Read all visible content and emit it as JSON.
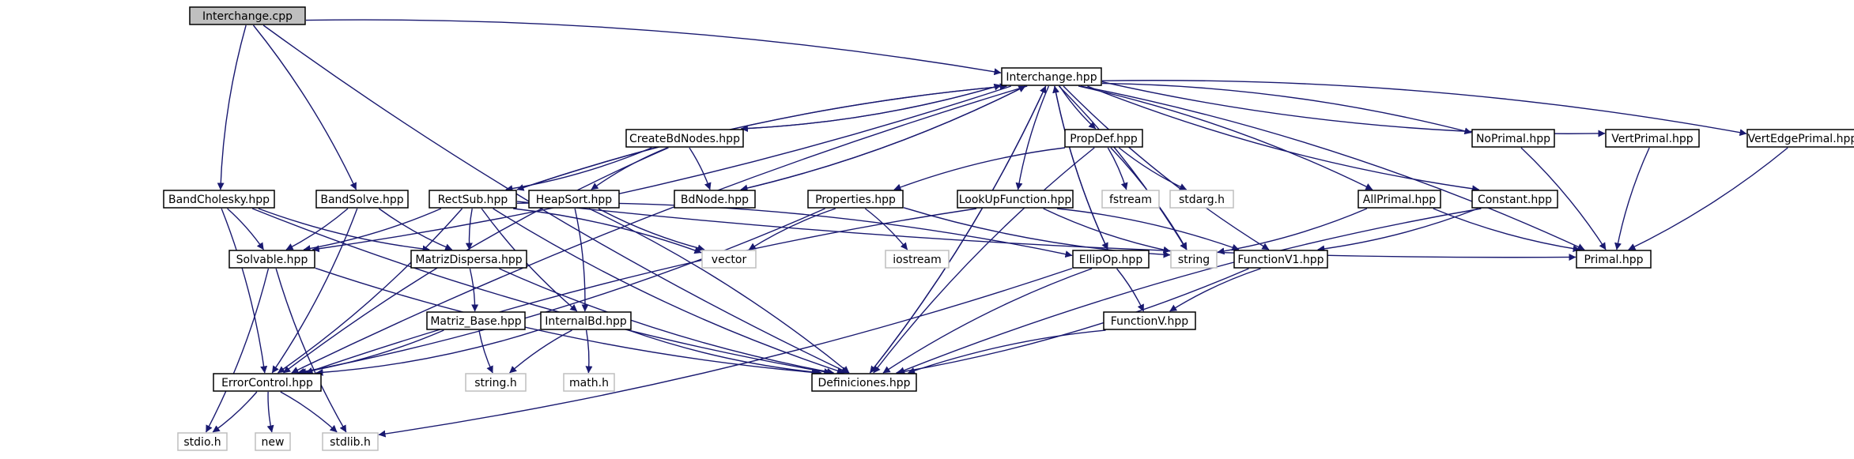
{
  "colors": {
    "edge": "#191970",
    "node_border": "#000000",
    "system_border": "#bfbfbf",
    "root_fill": "#bfbfbf",
    "node_fill": "#ffffff"
  },
  "nodes": [
    {
      "id": "interchange_cpp",
      "label": "Interchange.cpp",
      "kind": "root"
    },
    {
      "id": "interchange_hpp",
      "label": "Interchange.hpp",
      "kind": "file"
    },
    {
      "id": "bandcholesky",
      "label": "BandCholesky.hpp",
      "kind": "file"
    },
    {
      "id": "bandsolve",
      "label": "BandSolve.hpp",
      "kind": "file"
    },
    {
      "id": "createbdnodes",
      "label": "CreateBdNodes.hpp",
      "kind": "file"
    },
    {
      "id": "propdef",
      "label": "PropDef.hpp",
      "kind": "file"
    },
    {
      "id": "noprimal",
      "label": "NoPrimal.hpp",
      "kind": "file"
    },
    {
      "id": "vertprimal",
      "label": "VertPrimal.hpp",
      "kind": "file"
    },
    {
      "id": "vertedgeprimal",
      "label": "VertEdgePrimal.hpp",
      "kind": "file"
    },
    {
      "id": "rectsub",
      "label": "RectSub.hpp",
      "kind": "file"
    },
    {
      "id": "heapsort",
      "label": "HeapSort.hpp",
      "kind": "file"
    },
    {
      "id": "bdnode",
      "label": "BdNode.hpp",
      "kind": "file"
    },
    {
      "id": "properties",
      "label": "Properties.hpp",
      "kind": "file"
    },
    {
      "id": "lookupfunction",
      "label": "LookUpFunction.hpp",
      "kind": "file"
    },
    {
      "id": "fstream",
      "label": "fstream",
      "kind": "system"
    },
    {
      "id": "stdarg",
      "label": "stdarg.h",
      "kind": "system"
    },
    {
      "id": "allprimal",
      "label": "AllPrimal.hpp",
      "kind": "file"
    },
    {
      "id": "constant",
      "label": "Constant.hpp",
      "kind": "file"
    },
    {
      "id": "solvable",
      "label": "Solvable.hpp",
      "kind": "file"
    },
    {
      "id": "matrizdispersa",
      "label": "MatrizDispersa.hpp",
      "kind": "file"
    },
    {
      "id": "vector",
      "label": "vector",
      "kind": "system"
    },
    {
      "id": "iostream",
      "label": "iostream",
      "kind": "system"
    },
    {
      "id": "ellipop",
      "label": "EllipOp.hpp",
      "kind": "file"
    },
    {
      "id": "string",
      "label": "string",
      "kind": "system"
    },
    {
      "id": "functionv1",
      "label": "FunctionV1.hpp",
      "kind": "file"
    },
    {
      "id": "primal",
      "label": "Primal.hpp",
      "kind": "file"
    },
    {
      "id": "matriz_base",
      "label": "Matriz_Base.hpp",
      "kind": "file"
    },
    {
      "id": "internalbd",
      "label": "InternalBd.hpp",
      "kind": "file"
    },
    {
      "id": "functionv",
      "label": "FunctionV.hpp",
      "kind": "file"
    },
    {
      "id": "errorcontrol",
      "label": "ErrorControl.hpp",
      "kind": "file"
    },
    {
      "id": "stringh",
      "label": "string.h",
      "kind": "system"
    },
    {
      "id": "mathh",
      "label": "math.h",
      "kind": "system"
    },
    {
      "id": "definiciones",
      "label": "Definiciones.hpp",
      "kind": "file"
    },
    {
      "id": "stdioh",
      "label": "stdio.h",
      "kind": "system"
    },
    {
      "id": "new",
      "label": "new",
      "kind": "system"
    },
    {
      "id": "stdlibh",
      "label": "stdlib.h",
      "kind": "system"
    }
  ],
  "edges": [
    [
      "interchange_cpp",
      "interchange_hpp"
    ],
    [
      "interchange_cpp",
      "bandcholesky"
    ],
    [
      "interchange_cpp",
      "bandsolve"
    ],
    [
      "interchange_cpp",
      "definiciones"
    ],
    [
      "interchange_hpp",
      "createbdnodes"
    ],
    [
      "interchange_hpp",
      "propdef"
    ],
    [
      "interchange_hpp",
      "noprimal"
    ],
    [
      "interchange_hpp",
      "vertprimal"
    ],
    [
      "interchange_hpp",
      "vertedgeprimal"
    ],
    [
      "interchange_hpp",
      "rectsub"
    ],
    [
      "interchange_hpp",
      "bdnode"
    ],
    [
      "interchange_hpp",
      "lookupfunction"
    ],
    [
      "interchange_hpp",
      "allprimal"
    ],
    [
      "interchange_hpp",
      "constant"
    ],
    [
      "interchange_hpp",
      "solvable"
    ],
    [
      "interchange_hpp",
      "ellipop"
    ],
    [
      "interchange_hpp",
      "string"
    ],
    [
      "interchange_hpp",
      "functionv1"
    ],
    [
      "interchange_hpp",
      "primal"
    ],
    [
      "interchange_hpp",
      "errorcontrol"
    ],
    [
      "interchange_hpp",
      "definiciones"
    ],
    [
      "createbdnodes",
      "interchange_hpp"
    ],
    [
      "createbdnodes",
      "rectsub"
    ],
    [
      "createbdnodes",
      "heapsort"
    ],
    [
      "createbdnodes",
      "bdnode"
    ],
    [
      "createbdnodes",
      "errorcontrol"
    ],
    [
      "rectsub",
      "interchange_hpp"
    ],
    [
      "bdnode",
      "interchange_hpp"
    ],
    [
      "ellipop",
      "interchange_hpp"
    ],
    [
      "definiciones",
      "interchange_hpp"
    ],
    [
      "bandcholesky",
      "solvable"
    ],
    [
      "bandcholesky",
      "matrizdispersa"
    ],
    [
      "bandcholesky",
      "errorcontrol"
    ],
    [
      "bandcholesky",
      "definiciones"
    ],
    [
      "bandsolve",
      "solvable"
    ],
    [
      "bandsolve",
      "matrizdispersa"
    ],
    [
      "bandsolve",
      "errorcontrol"
    ],
    [
      "propdef",
      "properties"
    ],
    [
      "propdef",
      "fstream"
    ],
    [
      "propdef",
      "stdarg"
    ],
    [
      "propdef",
      "string"
    ],
    [
      "propdef",
      "definiciones"
    ],
    [
      "rectsub",
      "solvable"
    ],
    [
      "rectsub",
      "matrizdispersa"
    ],
    [
      "rectsub",
      "vector"
    ],
    [
      "rectsub",
      "internalbd"
    ],
    [
      "rectsub",
      "ellipop"
    ],
    [
      "rectsub",
      "primal"
    ],
    [
      "rectsub",
      "errorcontrol"
    ],
    [
      "rectsub",
      "definiciones"
    ],
    [
      "heapsort",
      "internalbd"
    ],
    [
      "heapsort",
      "vector"
    ],
    [
      "heapsort",
      "definiciones"
    ],
    [
      "properties",
      "vector"
    ],
    [
      "properties",
      "iostream"
    ],
    [
      "properties",
      "string"
    ],
    [
      "properties",
      "errorcontrol"
    ],
    [
      "lookupfunction",
      "string"
    ],
    [
      "lookupfunction",
      "functionv1"
    ],
    [
      "lookupfunction",
      "errorcontrol"
    ],
    [
      "allprimal",
      "string"
    ],
    [
      "allprimal",
      "primal"
    ],
    [
      "constant",
      "functionv1"
    ],
    [
      "constant",
      "definiciones"
    ],
    [
      "noprimal",
      "primal"
    ],
    [
      "vertprimal",
      "primal"
    ],
    [
      "vertedgeprimal",
      "primal"
    ],
    [
      "solvable",
      "definiciones"
    ],
    [
      "solvable",
      "stdioh"
    ],
    [
      "solvable",
      "stdlibh"
    ],
    [
      "matrizdispersa",
      "matriz_base"
    ],
    [
      "matrizdispersa",
      "definiciones"
    ],
    [
      "matriz_base",
      "errorcontrol"
    ],
    [
      "matriz_base",
      "stringh"
    ],
    [
      "internalbd",
      "errorcontrol"
    ],
    [
      "internalbd",
      "stringh"
    ],
    [
      "internalbd",
      "mathh"
    ],
    [
      "internalbd",
      "definiciones"
    ],
    [
      "ellipop",
      "functionv"
    ],
    [
      "ellipop",
      "definiciones"
    ],
    [
      "ellipop",
      "stdlibh"
    ],
    [
      "functionv1",
      "functionv"
    ],
    [
      "functionv1",
      "definiciones"
    ],
    [
      "functionv",
      "definiciones"
    ],
    [
      "errorcontrol",
      "stdioh"
    ],
    [
      "errorcontrol",
      "new"
    ],
    [
      "errorcontrol",
      "stdlibh"
    ]
  ]
}
